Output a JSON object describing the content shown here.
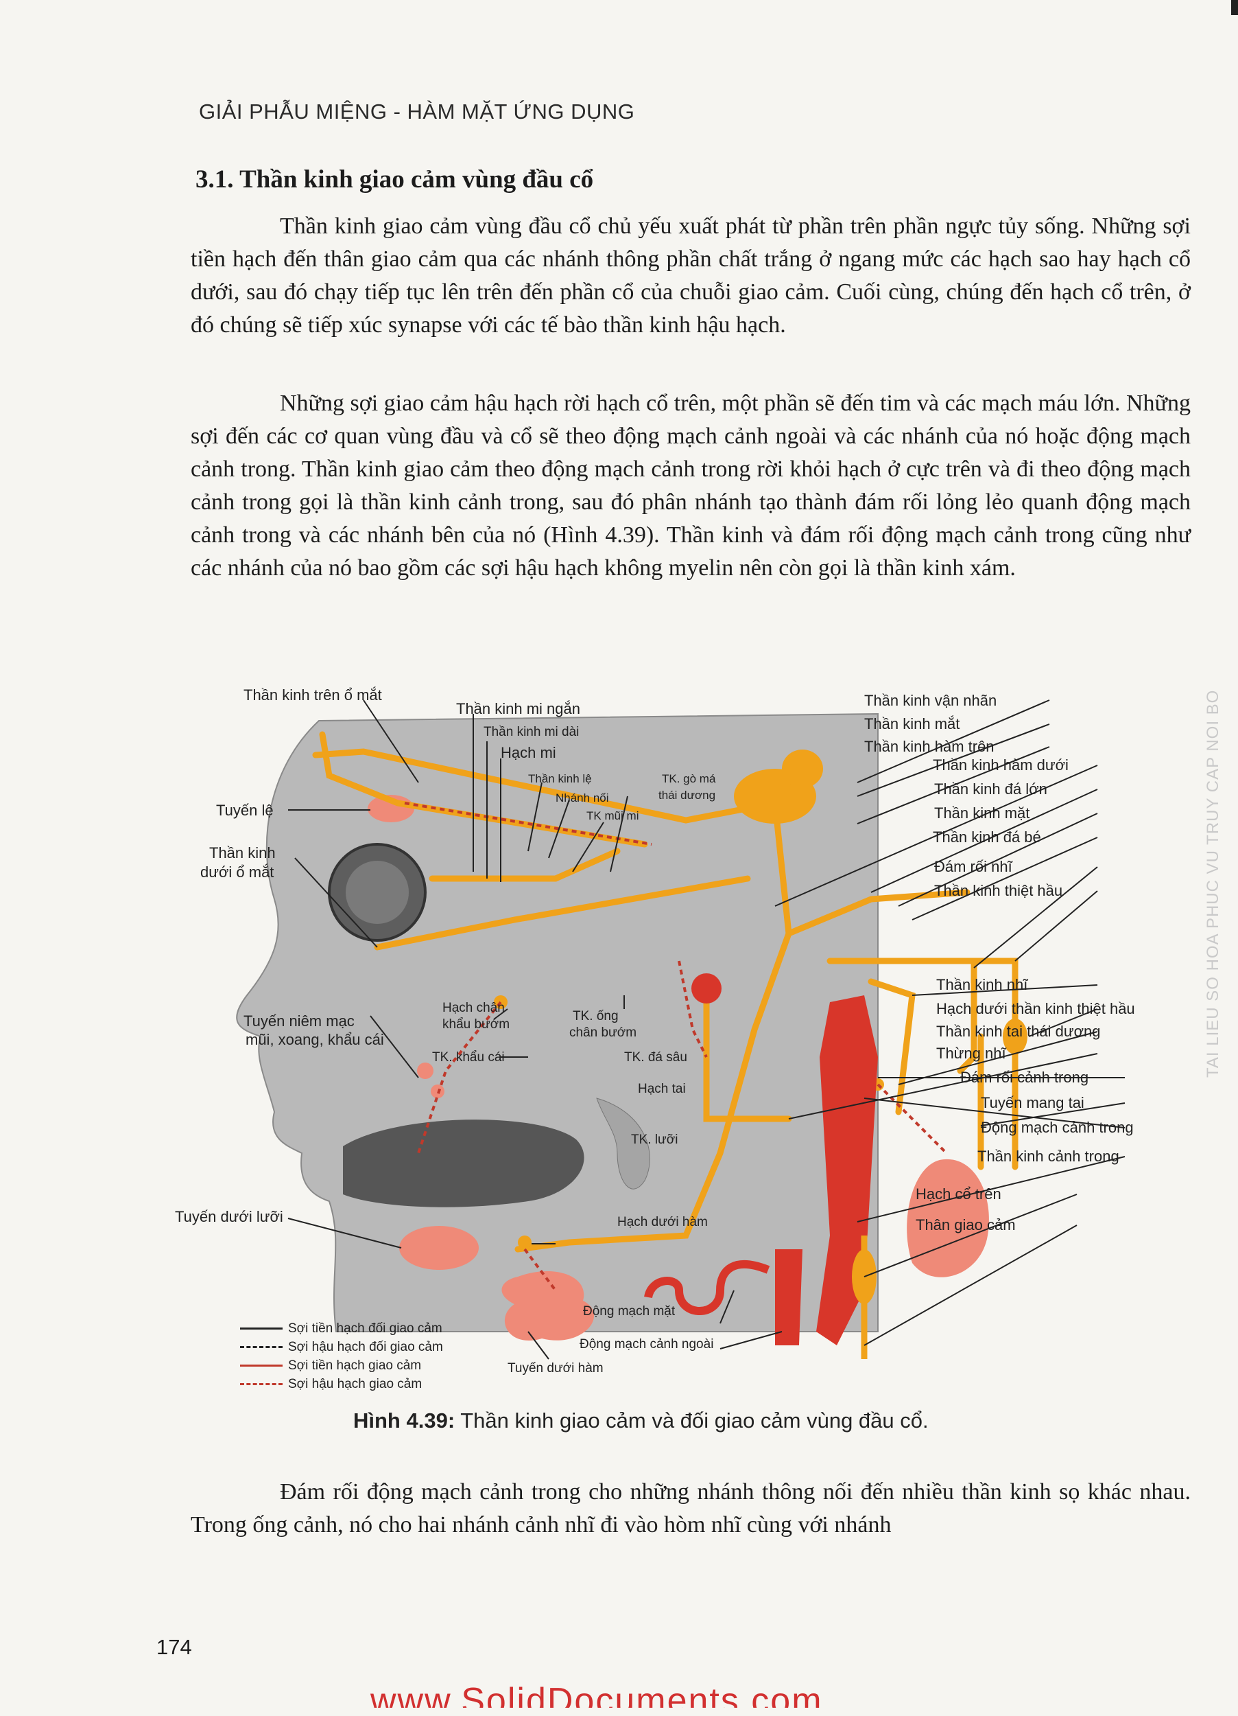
{
  "header": {
    "running_title": "GIẢI PHẪU MIỆNG - HÀM MẶT ỨNG DỤNG"
  },
  "section": {
    "title": "3.1. Thần kinh giao cảm vùng đầu cổ"
  },
  "paragraphs": [
    "Thần kinh giao cảm vùng đầu cổ chủ yếu xuất phát từ phần trên phần ngực tủy sống. Những sợi tiền hạch đến thân giao cảm qua các nhánh thông phần chất trắng ở ngang mức các hạch sao hay hạch cổ dưới, sau đó chạy tiếp tục lên trên đến phần cổ của chuỗi giao cảm. Cuối cùng, chúng đến hạch cổ trên, ở đó chúng sẽ tiếp xúc synapse với các tế bào thần kinh hậu hạch.",
    "Những sợi giao cảm hậu hạch rời hạch cổ trên, một phần sẽ đến tim và các mạch máu lớn. Những sợi đến các cơ quan vùng đầu và cổ sẽ theo động mạch cảnh ngoài và các nhánh của nó hoặc động mạch cảnh trong. Thần kinh giao cảm theo động mạch cảnh trong rời khỏi hạch ở cực trên và đi theo động mạch cảnh trong gọi là thần kinh cảnh trong, sau đó phân nhánh tạo thành đám rối lỏng lẻo quanh động mạch cảnh trong và các nhánh bên của nó (Hình 4.39). Thần kinh và đám rối động mạch cảnh trong cũng như các nhánh của nó bao gồm các sợi hậu hạch không myelin nên còn gọi là thần kinh xám.",
    "Đám rối động mạch cảnh trong cho những nhánh thông nối đến nhiều thần kinh sọ khác nhau. Trong ống cảnh, nó cho hai nhánh cảnh nhĩ đi vào hòm nhĩ cùng với nhánh"
  ],
  "figure": {
    "labels": {
      "tk_tren_o_mat": "Thần kinh trên ổ mắt",
      "tk_mi_ngan": "Thần kinh mi ngắn",
      "tk_mi_dai": "Thần kinh mi dài",
      "hach_mi": "Hạch mi",
      "tk_le": "Thần kinh lệ",
      "nhanh_noi": "Nhánh nối",
      "tk_go_ma": "TK. gò má",
      "thai_duong": "thái dương",
      "tk_mui_mi": "TK mũi mi",
      "tuyen_le": "Tuyến lệ",
      "tk_duoi_o_mat_1": "Thần kinh",
      "tk_duoi_o_mat_2": "dưới ổ mắt",
      "tuyen_niem_mac_1": "Tuyến niêm mạc",
      "tuyen_niem_mac_2": "mũi, xoang, khẩu cái",
      "hach_chan_1": "Hạch chân",
      "hach_chan_2": "khẩu bướm",
      "tk_ong_1": "TK. ống",
      "tk_ong_2": "chân bướm",
      "tk_khau_cai": "TK. khẩu cái",
      "tk_da_sau": "TK. đá sâu",
      "hach_tai": "Hạch tai",
      "tk_luoi": "TK. lưỡi",
      "tuyen_duoi_luoi": "Tuyến dưới lưỡi",
      "hach_duoi_ham": "Hạch dưới hàm",
      "dong_mach_mat": "Động mạch mặt",
      "dong_mach_canh_ngoai": "Động mạch cảnh ngoài",
      "tuyen_duoi_ham": "Tuyến dưới hàm",
      "tk_van_nhan": "Thần kinh vận nhãn",
      "tk_mat_eye": "Thần kinh mắt",
      "tk_ham_tren": "Thần kinh hàm trên",
      "tk_ham_duoi": "Thần kinh hàm dưới",
      "tk_da_lon": "Thần kinh đá lớn",
      "tk_mat_face": "Thần kinh mặt",
      "tk_da_be": "Thần kinh đá bé",
      "dam_roi_nhi": "Đám rối nhĩ",
      "tk_thiet_hau": "Thần kinh thiệt hầu",
      "tk_nhi": "Thần kinh nhĩ",
      "hach_duoi_tk_thiet_hau": "Hạch dưới thần kinh thiệt hầu",
      "tk_tai_thai_duong": "Thần kinh tai thái dương",
      "thung_nhi": "Thừng nhĩ",
      "dam_roi_canh_trong": "Đám rối cảnh trong",
      "tuyen_mang_tai": "Tuyến mang tai",
      "dm_canh_trong": "Động mạch cảnh trong",
      "tk_canh_trong": "Thần kinh cảnh trong",
      "hach_co_tren": "Hạch cổ trên",
      "than_giao_cam": "Thân giao cảm"
    },
    "legend": [
      {
        "label": "Sợi tiền hạch đối giao cảm",
        "style": "solid",
        "color": "#222222"
      },
      {
        "label": "Sợi hậu hạch đối giao cảm",
        "style": "dashed",
        "color": "#222222"
      },
      {
        "label": "Sợi tiền hạch giao cảm",
        "style": "solid",
        "color": "#c0392b"
      },
      {
        "label": "Sợi hậu hạch giao cảm",
        "style": "dashed",
        "color": "#c0392b"
      }
    ],
    "caption_label": "Hình 4.39:",
    "caption_text": " Thần kinh giao cảm và đối giao cảm vùng đầu cổ.",
    "colors": {
      "nerve": "#f0a21a",
      "artery": "#d8362a",
      "gland": "#ef8a78",
      "head": "#b9b9b9"
    }
  },
  "page_number": "174",
  "sidebar_watermark": "TAI LIEU SO HOA PHUC VU TRUY CAP NOI BO",
  "footer_watermark": "www.SolidDocuments.com"
}
